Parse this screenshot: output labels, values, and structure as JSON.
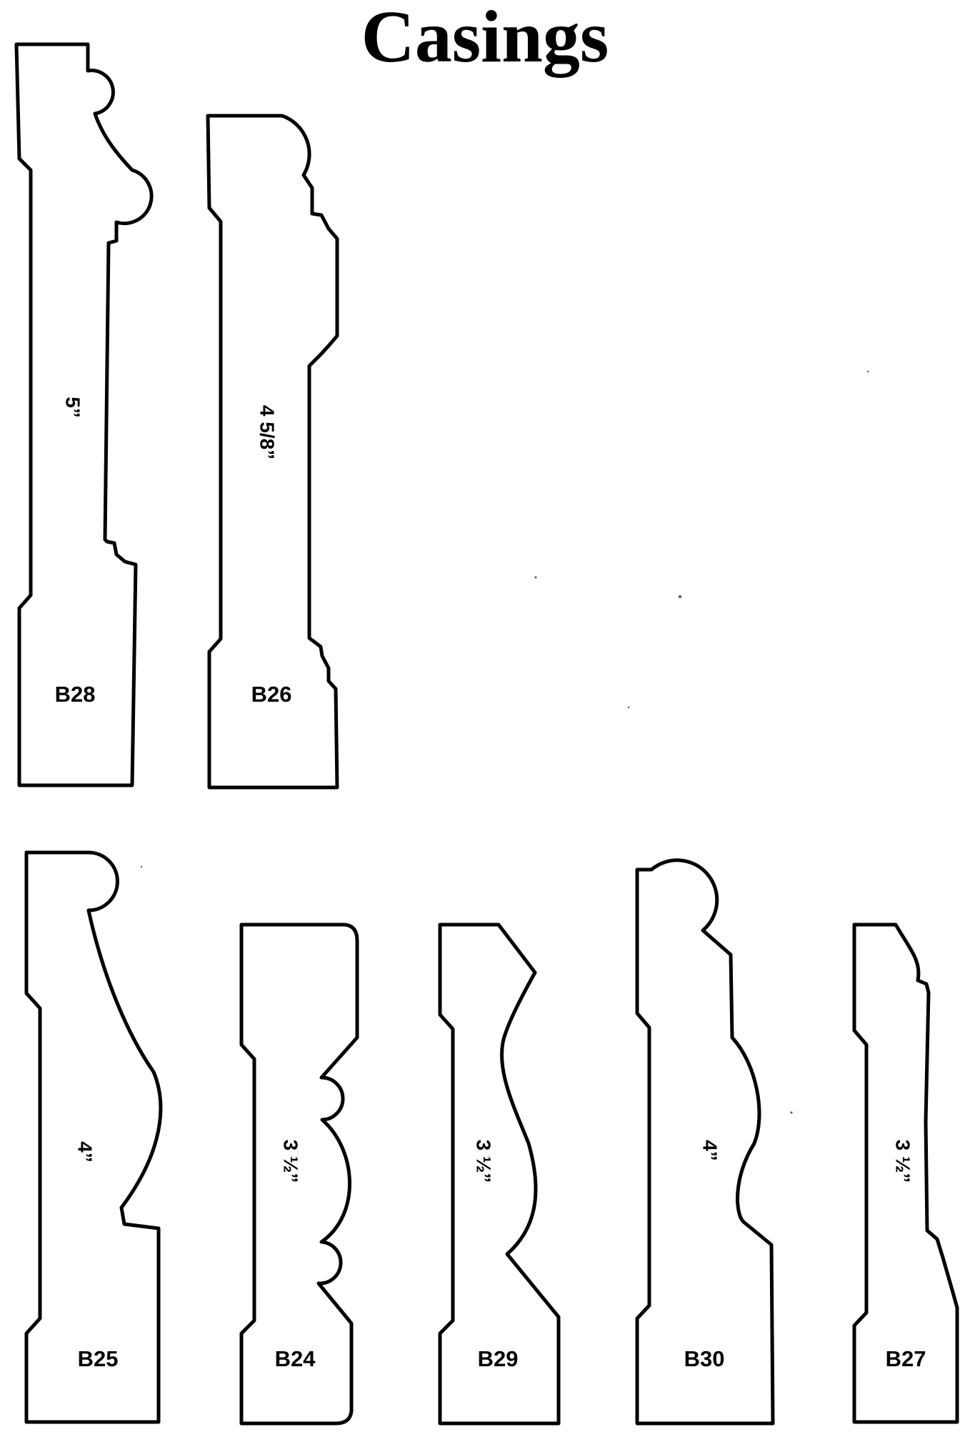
{
  "title": "Casings",
  "profiles": [
    {
      "code": "B28",
      "width": "5”"
    },
    {
      "code": "B26",
      "width": "4 5/8”"
    },
    {
      "code": "B25",
      "width": "4”"
    },
    {
      "code": "B24",
      "width": "3 ½”"
    },
    {
      "code": "B29",
      "width": "3 ½”"
    },
    {
      "code": "B30",
      "width": "4”"
    },
    {
      "code": "B27",
      "width": "3 ½”"
    }
  ]
}
